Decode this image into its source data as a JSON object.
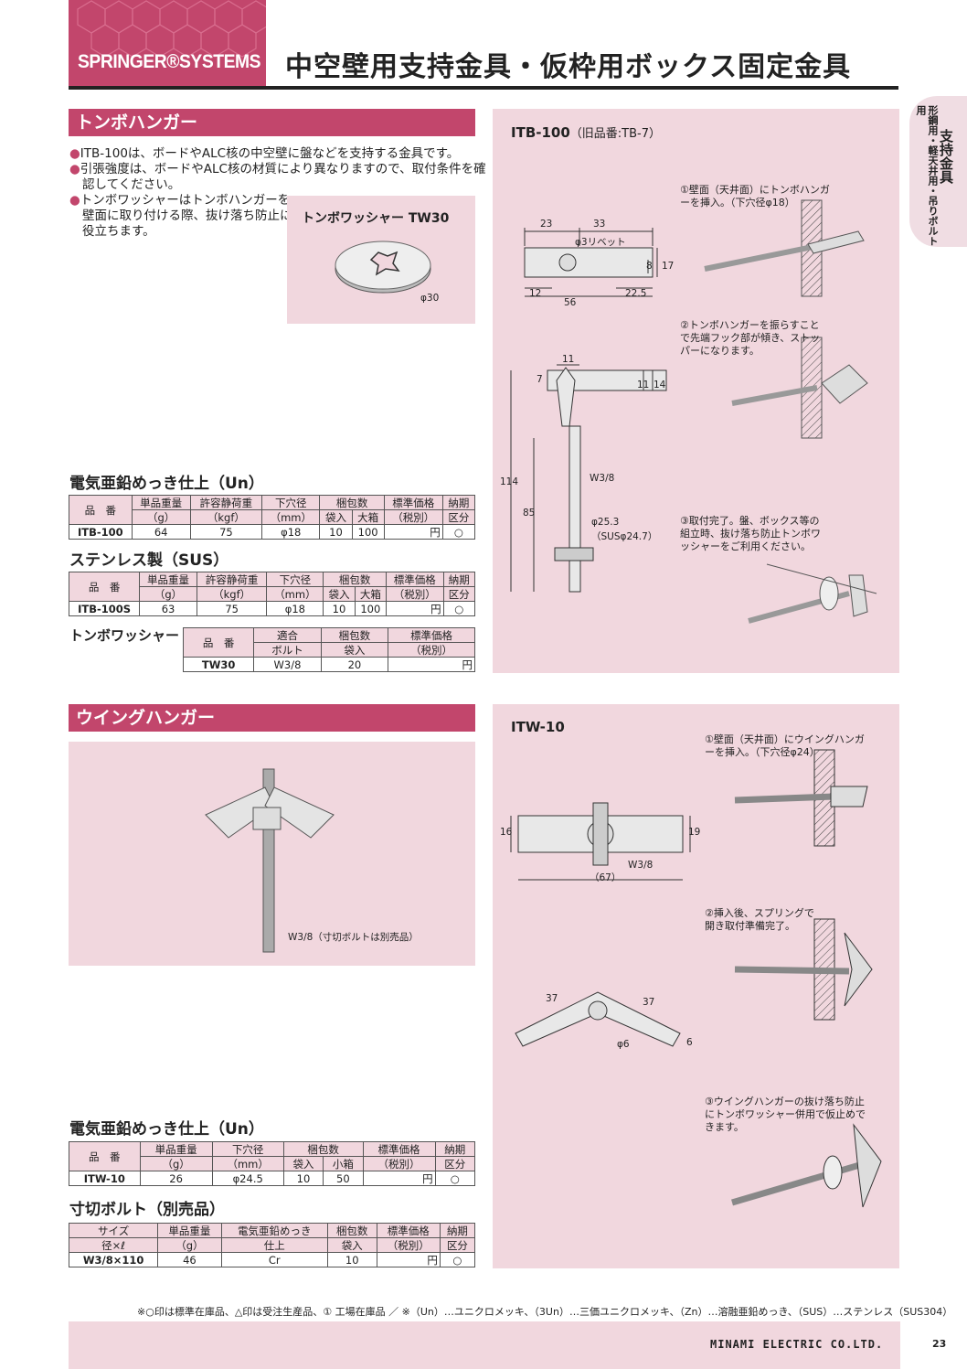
{
  "header": {
    "brand": "SPRINGER®SYSTEMS",
    "title": "中空壁用支持金具・仮枠用ボックス固定金具"
  },
  "side_tab": {
    "sub": "形鋼用・軽天井用・吊りボルト用",
    "main": "支持金具"
  },
  "tonbo": {
    "section_title": "トンボハンガー",
    "bullets": [
      "ITB-100は、ボードやALC核の中空壁に盤などを支持する金具です。",
      "引張強度は、ボードやALC核の材質により異なりますので、取付条件を確認してください。",
      "トンボワッシャーはトンボハンガーを壁面に取り付ける際、抜け落ち防止に役立ちます。"
    ],
    "washer_label": "トンボワッシャー TW30",
    "washer_dim": "φ30",
    "un_title": "電気亜鉛めっき仕上（Un）",
    "sus_title": "ステンレス製（SUS）",
    "washer_table_title": "トンボワッシャー",
    "table_headers": {
      "part": "品　番",
      "weight": "単品重量",
      "weight_unit": "（g）",
      "load": "許容静荷重",
      "load_unit": "（kgf）",
      "hole": "下穴径",
      "hole_unit": "（mm）",
      "pack": "梱包数",
      "bag": "袋入",
      "box": "大箱",
      "price": "標準価格",
      "price_tax": "（税別）",
      "delivery": "納期",
      "delivery2": "区分"
    },
    "un_row": {
      "part": "ITB-100",
      "weight": "64",
      "load": "75",
      "hole": "φ18",
      "bag": "10",
      "box": "100",
      "price": "円",
      "delivery": "○"
    },
    "sus_row": {
      "part": "ITB-100S",
      "weight": "63",
      "load": "75",
      "hole": "φ18",
      "bag": "10",
      "box": "100",
      "price": "円",
      "delivery": "○"
    },
    "washer_headers": {
      "part": "品　番",
      "bolt": "適合",
      "bolt2": "ボルト",
      "pack": "梱包数",
      "bag": "袋入",
      "price": "標準価格",
      "price_tax": "（税別）"
    },
    "washer_row": {
      "part": "TW30",
      "bolt": "W3/8",
      "bag": "20",
      "price": "円"
    },
    "fig_title": "ITB-100",
    "fig_sub": "（旧品番:TB-7）",
    "dims": {
      "d23": "23",
      "d33": "33",
      "rivet": "φ3リベット",
      "d8": "8",
      "d17": "17",
      "d12": "12",
      "d22_5": "22.5",
      "d56": "56",
      "d11": "11",
      "d7": "7",
      "d11b": "11",
      "d14": "14",
      "d114": "114",
      "d85": "85",
      "w38": "W3/8",
      "d25_3": "φ25.3",
      "sus24_7": "（SUSφ24.7）"
    },
    "steps": [
      "①壁面（天井面）にトンボハンガーを挿入。（下穴径φ18）",
      "②トンボハンガーを振らすことで先端フック部が傾き、ストッパーになります。",
      "③取付完了。盤、ボックス等の組立時、抜け落ち防止トンボワッシャーをご利用ください。"
    ]
  },
  "wing": {
    "section_title": "ウイングハンガー",
    "bolt_note": "W3/8（寸切ボルトは別売品）",
    "un_title": "電気亜鉛めっき仕上（Un）",
    "bolt_title": "寸切ボルト（別売品）",
    "table_headers": {
      "part": "品　番",
      "weight": "単品重量",
      "weight_unit": "（g）",
      "hole": "下穴径",
      "hole_unit": "（mm）",
      "pack": "梱包数",
      "bag": "袋入",
      "box": "小箱",
      "price": "標準価格",
      "price_tax": "（税別）",
      "delivery": "納期",
      "delivery2": "区分"
    },
    "un_row": {
      "part": "ITW-10",
      "weight": "26",
      "hole": "φ24.5",
      "bag": "10",
      "box": "50",
      "price": "円",
      "delivery": "○"
    },
    "bolt_headers": {
      "size": "サイズ",
      "size2": "径×ℓ",
      "weight": "単品重量",
      "weight_unit": "（g）",
      "plating": "電気亜鉛めっき",
      "plating2": "仕上",
      "pack": "梱包数",
      "bag": "袋入",
      "price": "標準価格",
      "price_tax": "（税別）",
      "delivery": "納期",
      "delivery2": "区分"
    },
    "bolt_row": {
      "size": "W3/8×110",
      "weight": "46",
      "plating": "Cr",
      "bag": "10",
      "price": "円",
      "delivery": "○"
    },
    "fig_title": "ITW-10",
    "dims": {
      "d16": "16",
      "d19": "19",
      "w38": "W3/8",
      "d67": "（67）",
      "d37a": "37",
      "d37b": "37",
      "d6": "φ6",
      "d6b": "6"
    },
    "steps": [
      "①壁面（天井面）にウイングハンガーを挿入。（下穴径φ24）",
      "②挿入後、スプリングで開き取付準備完了。",
      "③ウイングハンガーの抜け落ち防止にトンボワッシャー併用で仮止めできます。"
    ]
  },
  "footer": {
    "note": "※○印は標準在庫品、△印は受注生産品、① 工場在庫品 ／ ※（Un）…ユニクロメッキ、（3Un）…三価ユニクロメッキ、（Zn）…溶融亜鉛めっき、（SUS）…ステンレス（SUS304）",
    "company": "MINAMI ELECTRIC CO.LTD.",
    "page": "23"
  }
}
